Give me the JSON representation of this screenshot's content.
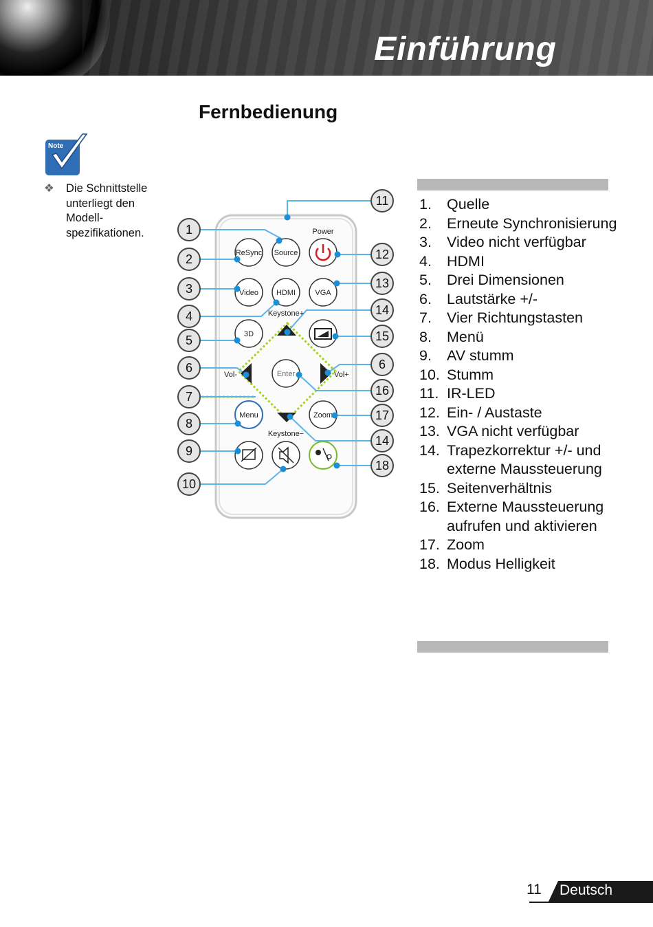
{
  "header": {
    "title": "Einführung"
  },
  "section": {
    "title": "Fernbedienung"
  },
  "note": {
    "badge": "Note",
    "bullet": "❖",
    "lines": [
      "Die Schnittstelle",
      "unterliegt den",
      "Modell-",
      "spezifikationen."
    ]
  },
  "remote": {
    "labels": {
      "power": "Power",
      "resync": "ReSync",
      "source": "Source",
      "video": "Video",
      "hdmi": "HDMI",
      "vga": "VGA",
      "keystone_plus": "Keystone+",
      "three_d": "3D",
      "vol_minus": "Vol-",
      "enter": "Enter",
      "vol_plus": "Vol+",
      "menu": "Menu",
      "zoom": "Zoom",
      "keystone_minus": "Keystone−"
    },
    "callouts_left": [
      "1",
      "2",
      "3",
      "4",
      "5",
      "6",
      "7",
      "8",
      "9",
      "10"
    ],
    "callouts_right": [
      "11",
      "12",
      "13",
      "14",
      "15",
      "6",
      "16",
      "17",
      "14",
      "18"
    ],
    "colors": {
      "callout_line": "#5ab4e8",
      "dot": "#1a8fd6",
      "highlight": "#a6d41e",
      "power": "#d81f26"
    }
  },
  "features": [
    {
      "num": "1.",
      "text": "Quelle"
    },
    {
      "num": "2.",
      "text": "Erneute Synchronisierung"
    },
    {
      "num": "3.",
      "text": "Video nicht verfügbar"
    },
    {
      "num": "4.",
      "text": "HDMI"
    },
    {
      "num": "5.",
      "text": "Drei Dimensionen"
    },
    {
      "num": "6.",
      "text": "Lautstärke +/-"
    },
    {
      "num": "7.",
      "text": "Vier Richtungstasten"
    },
    {
      "num": "8.",
      "text": "Menü"
    },
    {
      "num": "9.",
      "text": "AV stumm"
    },
    {
      "num": "10.",
      "text": "Stumm"
    },
    {
      "num": "11.",
      "text": "IR-LED"
    },
    {
      "num": "12.",
      "text": "Ein- / Austaste"
    },
    {
      "num": "13.",
      "text": "VGA nicht verfügbar"
    },
    {
      "num": "14.",
      "text": "Trapezkorrektur +/- und externe Maussteuerung"
    },
    {
      "num": "15.",
      "text": "Seitenverhältnis"
    },
    {
      "num": "16.",
      "text": "Externe Maussteuerung aufrufen und aktivieren"
    },
    {
      "num": "17.",
      "text": "Zoom"
    },
    {
      "num": "18.",
      "text": "Modus Helligkeit"
    }
  ],
  "footer": {
    "page": "11",
    "language": "Deutsch"
  }
}
